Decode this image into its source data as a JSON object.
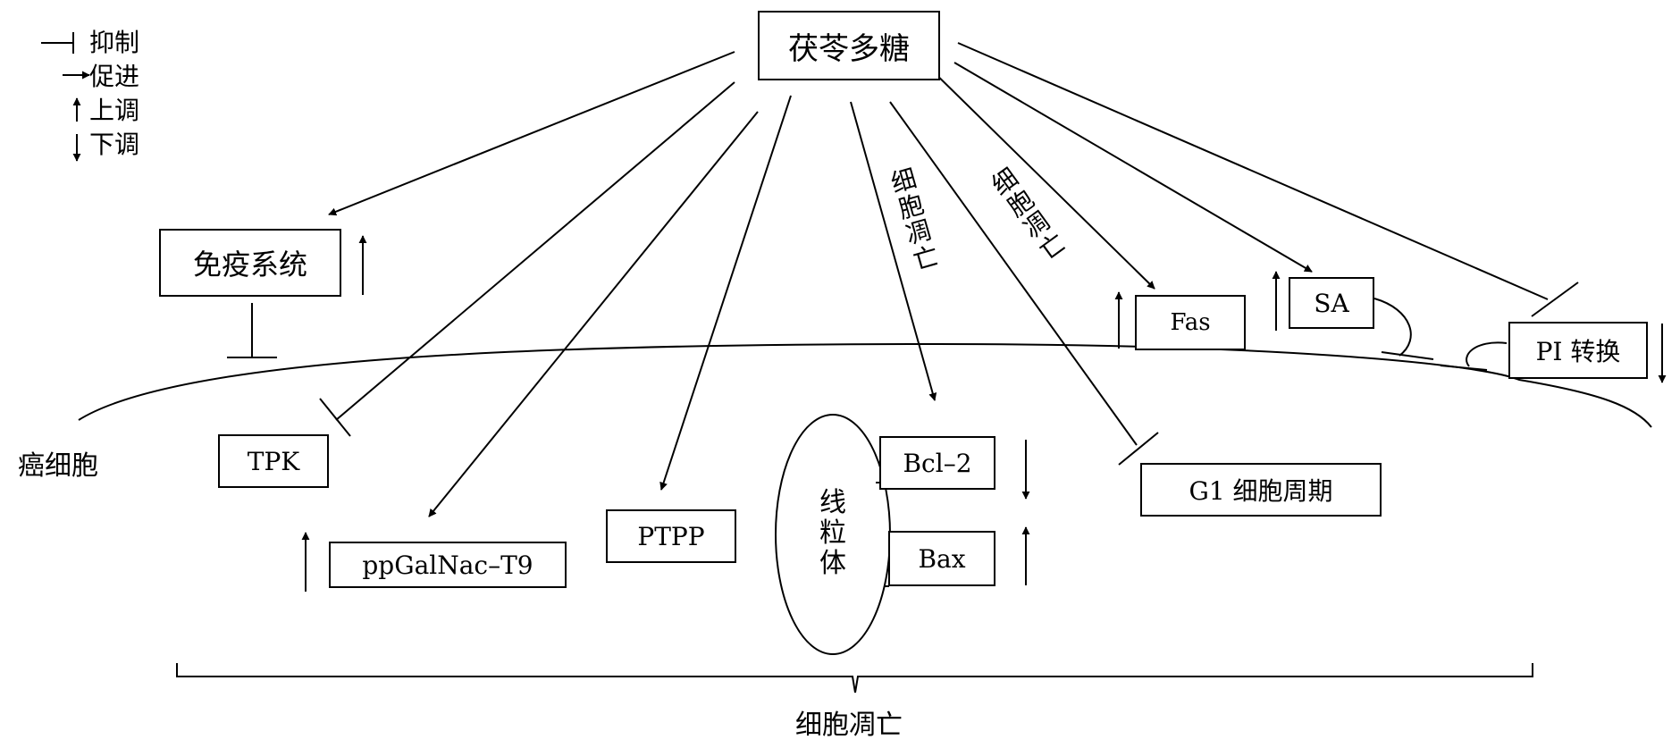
{
  "legend": {
    "inhibit": "抑制",
    "promote": "促进",
    "upregulate": "上调",
    "downregulate": "下调"
  },
  "nodes": {
    "source": "茯苓多糖",
    "immune": "免疫系统",
    "tpk": "TPK",
    "ppgalnac": "ppGalNac–T9",
    "ptpp": "PTPP",
    "mito": "线粒体",
    "bcl2": "Bcl–2",
    "bax": "Bax",
    "g1": "G1 细胞周期",
    "fas": "Fas",
    "sa": "SA",
    "pi": "PI 转换"
  },
  "labels": {
    "cancer_cell": "癌细胞",
    "apoptosis_arrow1": "细胞凋亡",
    "apoptosis_arrow2": "细胞凋亡",
    "apoptosis_bottom": "细胞凋亡"
  }
}
